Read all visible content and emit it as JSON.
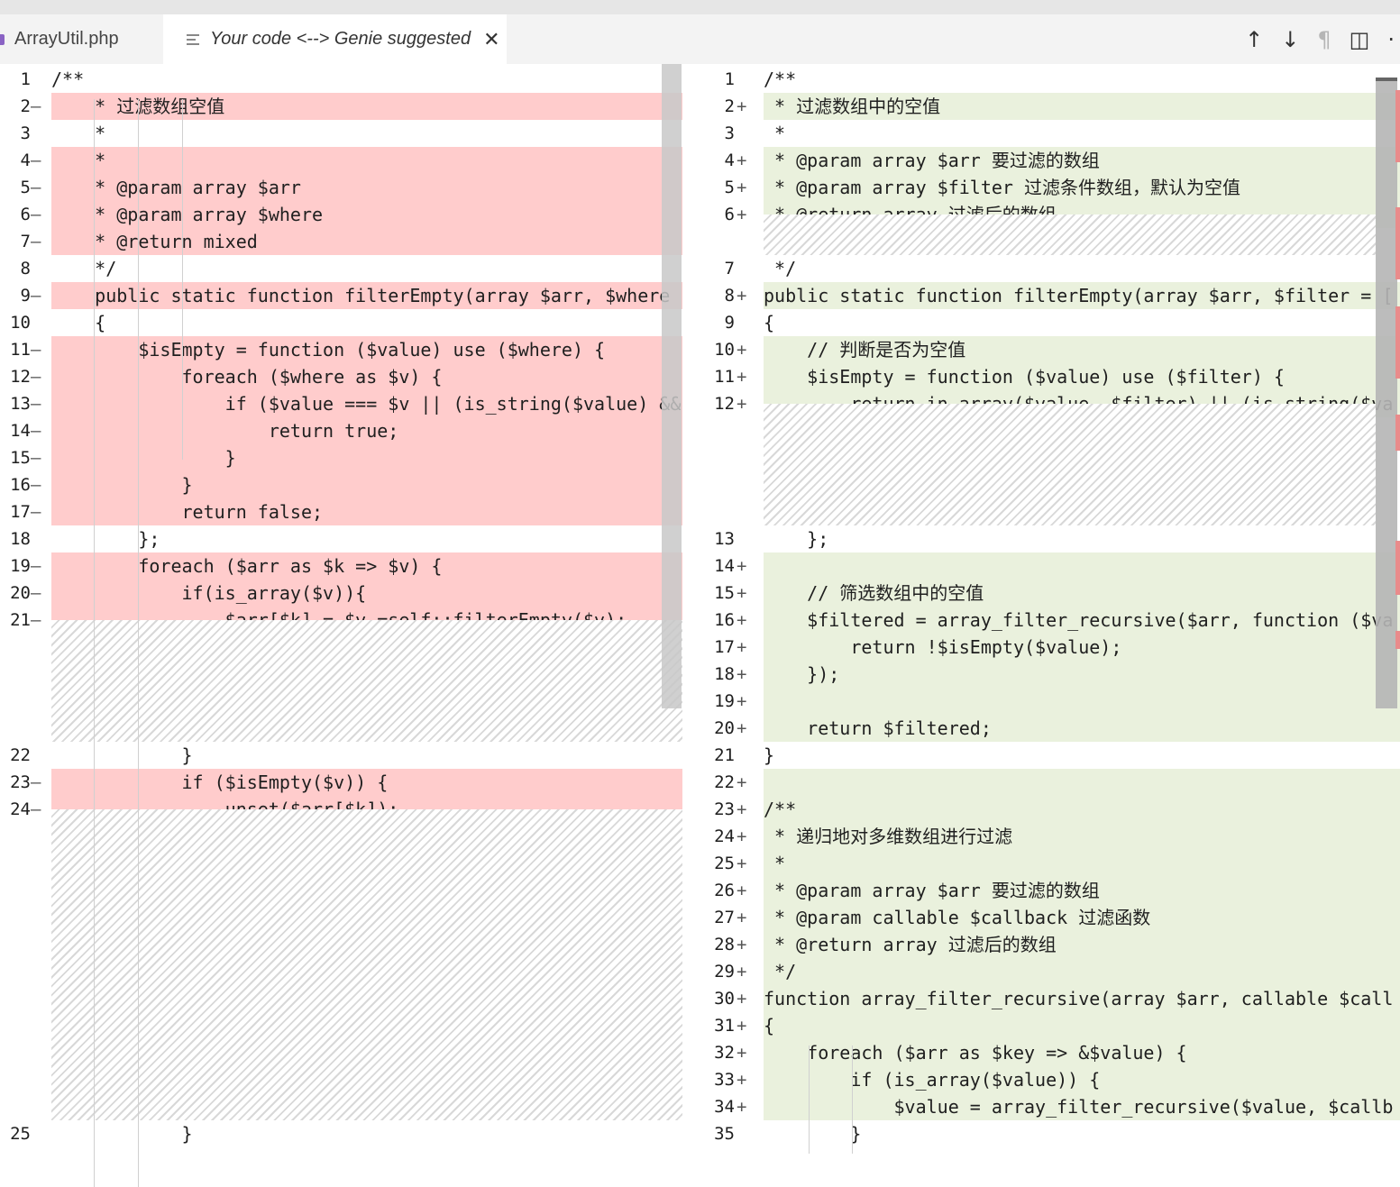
{
  "tabs": [
    {
      "label": "ArrayUtil.php",
      "active": false
    },
    {
      "label": "Your code <--> Genie suggested",
      "active": true
    }
  ],
  "toolbar": {
    "prev_icon": "↑",
    "next_icon": "↓",
    "pilcrow_icon": "¶",
    "split_icon": "◫",
    "more_icon": "·"
  },
  "colors": {
    "deleted_bg": "#ffcccc",
    "added_bg": "#eaf1dd"
  },
  "left": {
    "lines": [
      {
        "num": "1",
        "mark": "",
        "text": "/**",
        "kind": "plain"
      },
      {
        "num": "2",
        "mark": "—",
        "text": "    * 过滤数组空值",
        "kind": "del"
      },
      {
        "num": "3",
        "mark": "",
        "text": "    *",
        "kind": "plain"
      },
      {
        "num": "4",
        "mark": "—",
        "text": "    *",
        "kind": "del"
      },
      {
        "num": "5",
        "mark": "—",
        "text": "    * @param array $arr",
        "kind": "del"
      },
      {
        "num": "6",
        "mark": "—",
        "text": "    * @param array $where",
        "kind": "del"
      },
      {
        "num": "7",
        "mark": "—",
        "text": "    * @return mixed",
        "kind": "del"
      },
      {
        "num": "8",
        "mark": "",
        "text": "    */",
        "kind": "plain"
      },
      {
        "num": "9",
        "mark": "—",
        "text": "    public static function filterEmpty(array $arr, $where",
        "kind": "del"
      },
      {
        "num": "10",
        "mark": "",
        "text": "    {",
        "kind": "plain"
      },
      {
        "num": "11",
        "mark": "—",
        "text": "        $isEmpty = function ($value) use ($where) {",
        "kind": "del"
      },
      {
        "num": "12",
        "mark": "—",
        "text": "            foreach ($where as $v) {",
        "kind": "del"
      },
      {
        "num": "13",
        "mark": "—",
        "text": "                if ($value === $v || (is_string($value) &&",
        "kind": "del"
      },
      {
        "num": "14",
        "mark": "—",
        "text": "                    return true;",
        "kind": "del"
      },
      {
        "num": "15",
        "mark": "—",
        "text": "                }",
        "kind": "del"
      },
      {
        "num": "16",
        "mark": "—",
        "text": "            }",
        "kind": "del"
      },
      {
        "num": "17",
        "mark": "—",
        "text": "            return false;",
        "kind": "del"
      },
      {
        "num": "18",
        "mark": "",
        "text": "        };",
        "kind": "plain"
      },
      {
        "num": "19",
        "mark": "—",
        "text": "        foreach ($arr as $k => $v) {",
        "kind": "del"
      },
      {
        "num": "20",
        "mark": "—",
        "text": "            if(is_array($v)){",
        "kind": "del"
      },
      {
        "num": "21",
        "mark": "—",
        "text": "                $arr[$k] = $v =self::filterEmpty($v);",
        "kind": "del"
      },
      {
        "num": "22",
        "mark": "",
        "text": "            }",
        "kind": "plain"
      },
      {
        "num": "23",
        "mark": "—",
        "text": "            if ($isEmpty($v)) {",
        "kind": "del"
      },
      {
        "num": "24",
        "mark": "—",
        "text": "                unset($arr[$k]);",
        "kind": "del"
      },
      {
        "num": "25",
        "mark": "",
        "text": "            }",
        "kind": "plain"
      }
    ]
  },
  "right": {
    "lines": [
      {
        "num": "1",
        "mark": "",
        "text": "/**",
        "kind": "plain"
      },
      {
        "num": "2",
        "mark": "+",
        "text": " * 过滤数组中的空值",
        "kind": "add"
      },
      {
        "num": "3",
        "mark": "",
        "text": " *",
        "kind": "plain"
      },
      {
        "num": "4",
        "mark": "+",
        "text": " * @param array $arr 要过滤的数组",
        "kind": "add"
      },
      {
        "num": "5",
        "mark": "+",
        "text": " * @param array $filter 过滤条件数组，默认为空值",
        "kind": "add"
      },
      {
        "num": "6",
        "mark": "+",
        "text": " * @return array 过滤后的数组",
        "kind": "add"
      },
      {
        "num": "7",
        "mark": "",
        "text": " */",
        "kind": "plain"
      },
      {
        "num": "8",
        "mark": "+",
        "text": "public static function filterEmpty(array $arr, $filter = [",
        "kind": "add"
      },
      {
        "num": "9",
        "mark": "",
        "text": "{",
        "kind": "plain"
      },
      {
        "num": "10",
        "mark": "+",
        "text": "    // 判断是否为空值",
        "kind": "add"
      },
      {
        "num": "11",
        "mark": "+",
        "text": "    $isEmpty = function ($value) use ($filter) {",
        "kind": "add"
      },
      {
        "num": "12",
        "mark": "+",
        "text": "        return in_array($value, $filter) || (is_string($va",
        "kind": "add"
      },
      {
        "num": "13",
        "mark": "",
        "text": "    };",
        "kind": "plain"
      },
      {
        "num": "14",
        "mark": "+",
        "text": "",
        "kind": "add"
      },
      {
        "num": "15",
        "mark": "+",
        "text": "    // 筛选数组中的空值",
        "kind": "add"
      },
      {
        "num": "16",
        "mark": "+",
        "text": "    $filtered = array_filter_recursive($arr, function ($va",
        "kind": "add"
      },
      {
        "num": "17",
        "mark": "+",
        "text": "        return !$isEmpty($value);",
        "kind": "add"
      },
      {
        "num": "18",
        "mark": "+",
        "text": "    });",
        "kind": "add"
      },
      {
        "num": "19",
        "mark": "+",
        "text": "",
        "kind": "add"
      },
      {
        "num": "20",
        "mark": "+",
        "text": "    return $filtered;",
        "kind": "add"
      },
      {
        "num": "21",
        "mark": "",
        "text": "}",
        "kind": "plain"
      },
      {
        "num": "22",
        "mark": "+",
        "text": "",
        "kind": "add"
      },
      {
        "num": "23",
        "mark": "+",
        "text": "/**",
        "kind": "add"
      },
      {
        "num": "24",
        "mark": "+",
        "text": " * 递归地对多维数组进行过滤",
        "kind": "add"
      },
      {
        "num": "25",
        "mark": "+",
        "text": " *",
        "kind": "add"
      },
      {
        "num": "26",
        "mark": "+",
        "text": " * @param array $arr 要过滤的数组",
        "kind": "add"
      },
      {
        "num": "27",
        "mark": "+",
        "text": " * @param callable $callback 过滤函数",
        "kind": "add"
      },
      {
        "num": "28",
        "mark": "+",
        "text": " * @return array 过滤后的数组",
        "kind": "add"
      },
      {
        "num": "29",
        "mark": "+",
        "text": " */",
        "kind": "add"
      },
      {
        "num": "30",
        "mark": "+",
        "text": "function array_filter_recursive(array $arr, callable $call",
        "kind": "add"
      },
      {
        "num": "31",
        "mark": "+",
        "text": "{",
        "kind": "add"
      },
      {
        "num": "32",
        "mark": "+",
        "text": "    foreach ($arr as $key => &$value) {",
        "kind": "add"
      },
      {
        "num": "33",
        "mark": "+",
        "text": "        if (is_array($value)) {",
        "kind": "add"
      },
      {
        "num": "34",
        "mark": "+",
        "text": "            $value = array_filter_recursive($value, $callb",
        "kind": "add"
      },
      {
        "num": "35",
        "mark": "",
        "text": "        }",
        "kind": "plain"
      }
    ]
  }
}
